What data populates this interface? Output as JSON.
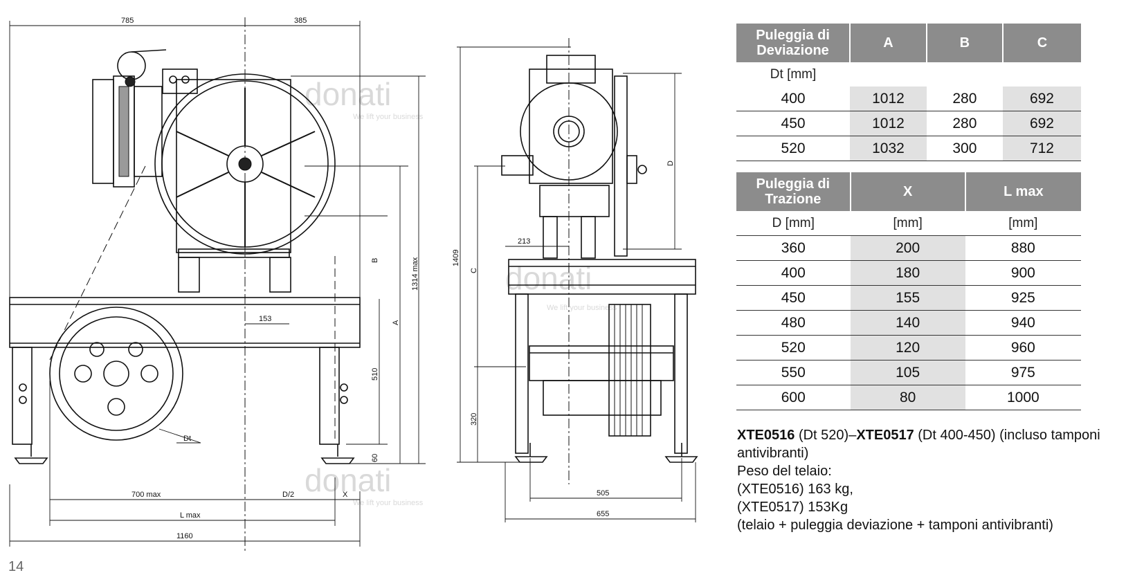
{
  "drawing_labels": {
    "dim_785": "785",
    "dim_385": "385",
    "dim_1314max": "1314 max",
    "dim_B": "B",
    "dim_A": "A",
    "dim_153": "153",
    "dim_510": "510",
    "dim_60": "60",
    "dim_Dt": "Dt",
    "dim_700max": "700 max",
    "dim_D2": "D/2",
    "dim_X": "X",
    "dim_Lmax": "L max",
    "dim_1160": "1160",
    "dim_1409": "1409",
    "dim_C": "C",
    "dim_D": "D",
    "dim_213": "213",
    "dim_320": "320",
    "dim_505": "505",
    "dim_655": "655"
  },
  "watermark": {
    "brand": "donati",
    "tagline": "We lift your business"
  },
  "table_deviazione": {
    "headers": [
      "Puleggia di Deviazione",
      "A",
      "B",
      "C"
    ],
    "unit_row": [
      "Dt [mm]",
      "",
      "",
      ""
    ],
    "rows": [
      [
        "400",
        "1012",
        "280",
        "692"
      ],
      [
        "450",
        "1012",
        "280",
        "692"
      ],
      [
        "520",
        "1032",
        "300",
        "712"
      ]
    ]
  },
  "table_trazione": {
    "headers": [
      "Puleggia di Trazione",
      "X",
      "L max"
    ],
    "unit_row": [
      "D [mm]",
      "[mm]",
      "[mm]"
    ],
    "rows": [
      [
        "360",
        "200",
        "880"
      ],
      [
        "400",
        "180",
        "900"
      ],
      [
        "450",
        "155",
        "925"
      ],
      [
        "480",
        "140",
        "940"
      ],
      [
        "520",
        "120",
        "960"
      ],
      [
        "550",
        "105",
        "975"
      ],
      [
        "600",
        "80",
        "1000"
      ]
    ]
  },
  "notes": {
    "code1": "XTE0516",
    "code1_detail": " (Dt 520)–",
    "code2": "XTE0517",
    "code2_detail": " (Dt 400-450) (incluso tamponi antivibranti)",
    "line_peso": "Peso del telaio:",
    "line_w1": "(XTE0516) 163 kg,",
    "line_w2": "(XTE0517) 153Kg",
    "line_comp": "(telaio + puleggia deviazione + tamponi antivibranti)"
  },
  "page_number": "14"
}
